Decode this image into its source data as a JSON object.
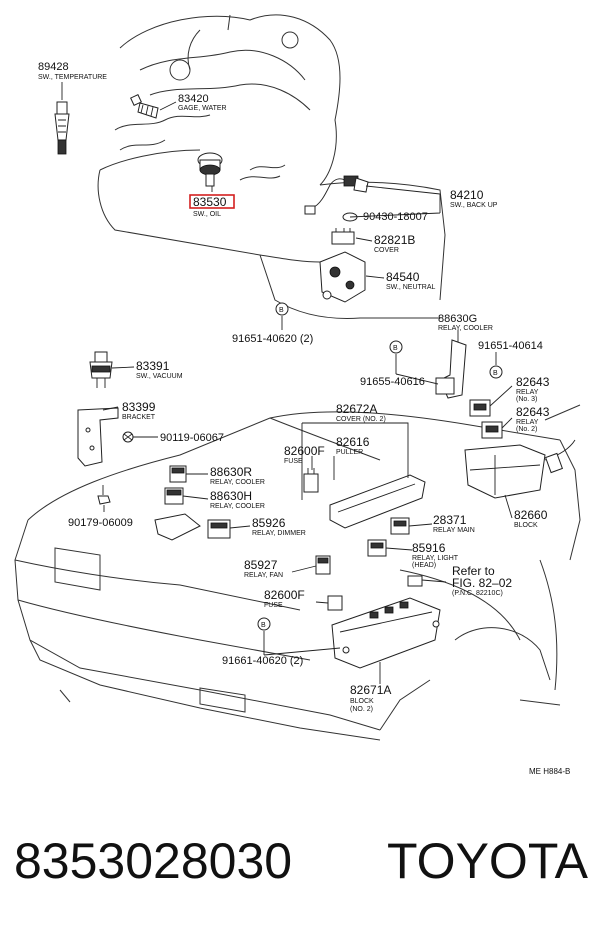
{
  "diagram": {
    "code": "ME H884-B",
    "labels": {
      "sw_temp_pn": "89428",
      "sw_temp_desc": "SW., TEMPERATURE",
      "gage_water_pn": "83420",
      "gage_water_desc": "GAGE, WATER",
      "sw_oil_pn": "83530",
      "sw_oil_desc": "SW., OIL",
      "sw_backup_pn": "84210",
      "sw_backup_desc": "SW., BACK UP",
      "bolt_90430": "90430-18007",
      "cover_pn": "82821B",
      "cover_desc": "COVER",
      "sw_neutral_pn": "84540",
      "sw_neutral_desc": "SW., NEUTRAL",
      "bolt_91651a": "91651-40620 (2)",
      "relay_cooler_g_pn": "88630G",
      "relay_cooler_g_desc": "RELAY, COOLER",
      "bolt_91651b": "91651-40614",
      "bolt_91655": "91655-40616",
      "relay3_pn": "82643",
      "relay3_desc1": "RELAY",
      "relay3_desc2": "(No. 3)",
      "relay2_pn": "82643",
      "relay2_desc1": "RELAY",
      "relay2_desc2": "(No. 2)",
      "sw_vacuum_pn": "83391",
      "sw_vacuum_desc": "SW., VACUUM",
      "bracket_pn": "83399",
      "bracket_desc": "BRACKET",
      "bolt_90119": "90119-06067",
      "cover2_pn": "82672A",
      "cover2_desc": "COVER (NO. 2)",
      "fuse_a_pn": "82600F",
      "fuse_a_desc": "FUSE",
      "puller_pn": "82616",
      "puller_desc": "PULLER",
      "relay_cooler_r_pn": "88630R",
      "relay_cooler_r_desc": "RELAY, COOLER",
      "relay_cooler_h_pn": "88630H",
      "relay_cooler_h_desc": "RELAY, COOLER",
      "bolt_90179": "90179-06009",
      "relay_dimmer_pn": "85926",
      "relay_dimmer_desc": "RELAY, DIMMER",
      "relay_main_pn": "28371",
      "relay_main_desc": "RELAY MAIN",
      "block_pn": "82660",
      "block_desc": "BLOCK",
      "relay_light_pn": "85916",
      "relay_light_desc1": "RELAY, LIGHT",
      "relay_light_desc2": "(HEAD)",
      "relay_fan_pn": "85927",
      "relay_fan_desc": "RELAY, FAN",
      "refer_line1": "Refer to",
      "refer_line2": "FIG. 82–02",
      "refer_line3": "(P.N.C. 82210C)",
      "fuse_b_pn": "82600F",
      "fuse_b_desc": "FUSE",
      "bolt_91661": "91661-40620 (2)",
      "block2_pn": "82671A",
      "block2_desc1": "BLOCK",
      "block2_desc2": "(NO. 2)",
      "b_marker": "B"
    }
  },
  "footer": {
    "part_number": "8353028030",
    "brand": "TOYOTA"
  }
}
